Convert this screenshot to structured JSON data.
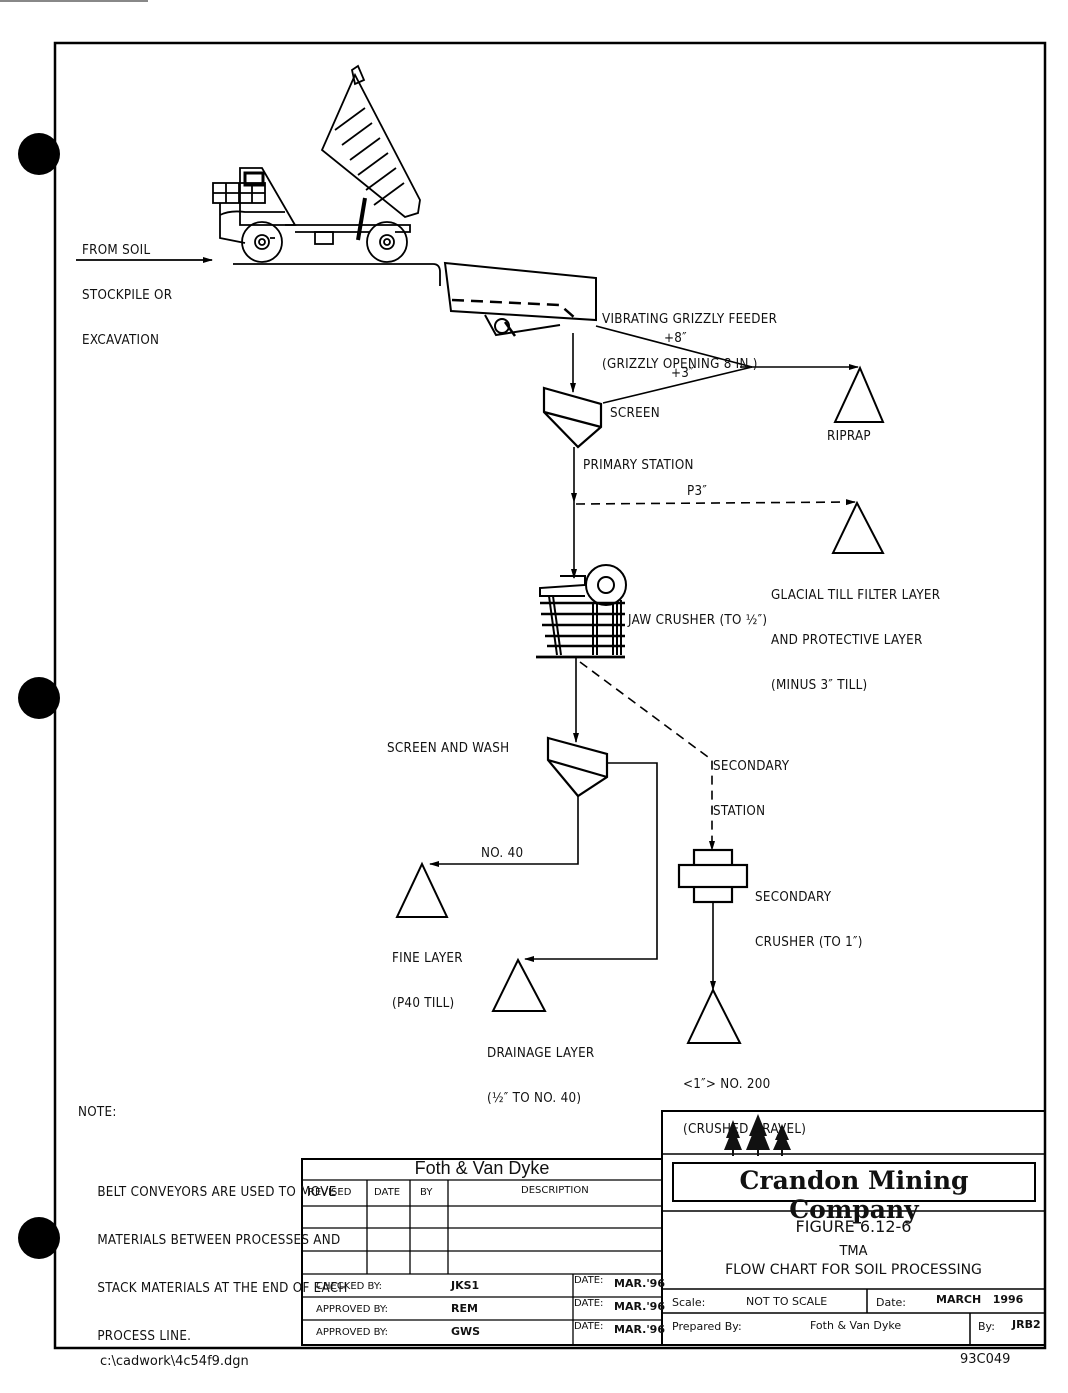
{
  "diagram": {
    "source_label": [
      "FROM SOIL",
      "STOCKPILE OR",
      "EXCAVATION"
    ],
    "feeder_label": [
      "VIBRATING GRIZZLY FEEDER",
      "(GRIZZLY OPENING 8 IN.)"
    ],
    "edge_plus8": "+8″",
    "edge_plus3": "+3″",
    "screen_label": "SCREEN",
    "riprap_label": "RIPRAP",
    "primary_station_label": "PRIMARY STATION",
    "edge_p3": "P3″",
    "glacial_label": [
      "GLACIAL TILL FILTER LAYER",
      "AND PROTECTIVE LAYER",
      "(MINUS 3″ TILL)"
    ],
    "jaw_crusher_label": "JAW CRUSHER (TO ½″)",
    "screen_wash_label": "SCREEN AND WASH",
    "secondary_station_label": [
      "SECONDARY",
      "STATION"
    ],
    "edge_no40": "NO. 40",
    "secondary_crusher_label": [
      "SECONDARY",
      "CRUSHER (TO 1″)"
    ],
    "fine_layer_label": [
      "FINE LAYER",
      "(P40 TILL)"
    ],
    "drainage_layer_label": [
      "DRAINAGE LAYER",
      "(½″ TO NO. 40)"
    ],
    "crushed_gravel_label": [
      "<1″> NO. 200",
      "(CRUSHED GRAVEL)"
    ]
  },
  "note": {
    "heading": "NOTE:",
    "lines": [
      "BELT CONVEYORS ARE USED TO MOVE",
      "MATERIALS BETWEEN PROCESSES AND",
      "STACK MATERIALS AT THE END OF EACH",
      "PROCESS LINE."
    ]
  },
  "revision_block": {
    "firm": "Foth & Van Dyke",
    "headers": [
      "REVISED",
      "DATE",
      "BY",
      "DESCRIPTION"
    ],
    "approvals": [
      {
        "label": "CHECKED BY:",
        "name": "JKS1",
        "date_label": "DATE:",
        "date": "MAR.'96"
      },
      {
        "label": "APPROVED BY:",
        "name": "REM",
        "date_label": "DATE:",
        "date": "MAR.'96"
      },
      {
        "label": "APPROVED BY:",
        "name": "GWS",
        "date_label": "DATE:",
        "date": "MAR.'96"
      }
    ]
  },
  "title_block": {
    "company": "Crandon Mining Company",
    "figure": "FIGURE 6.12-6",
    "subtitle": "TMA",
    "title": "FLOW CHART FOR SOIL PROCESSING",
    "scale_label": "Scale:",
    "scale_value": "NOT TO SCALE",
    "date_label": "Date:",
    "date_value": "MARCH   1996",
    "prepared_label": "Prepared By:",
    "prepared_value": "Foth & Van Dyke",
    "by_label": "By:",
    "by_value": "JRB2",
    "drawing_number": "93C049"
  },
  "file_path": "c:\\cadwork\\4c54f9.dgn"
}
